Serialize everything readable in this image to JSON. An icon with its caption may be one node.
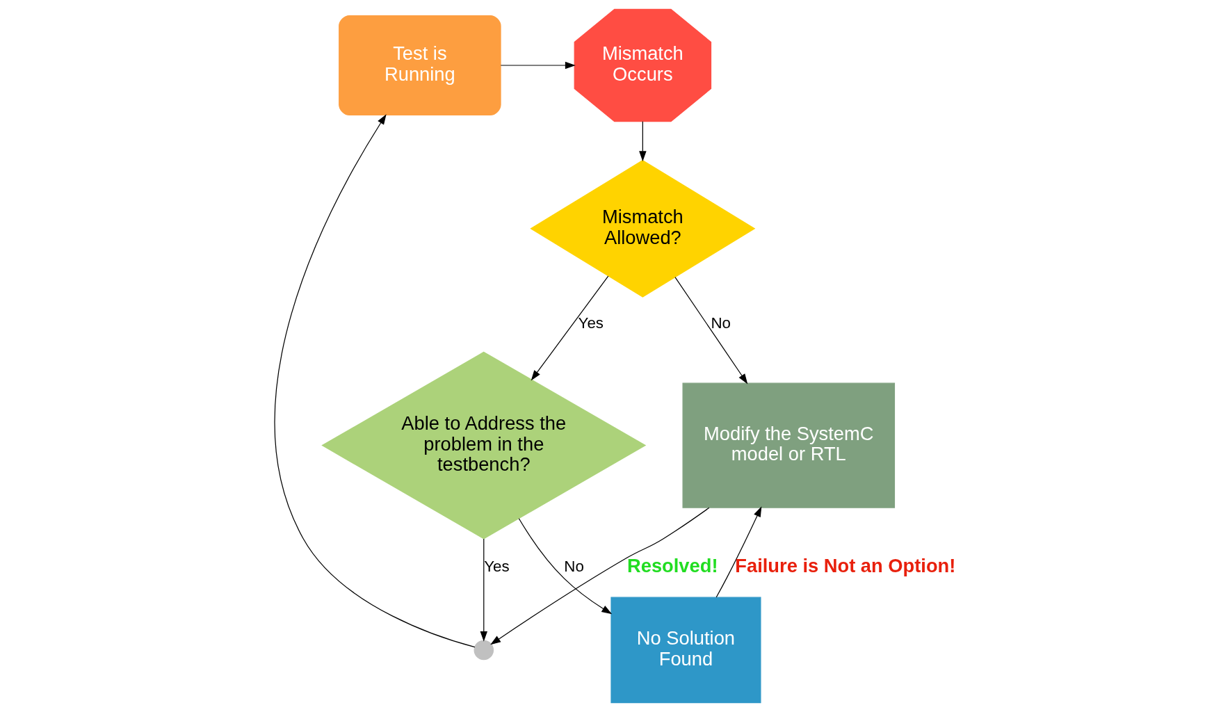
{
  "diagram": {
    "nodes": [
      {
        "text": [
          "Test is Running"
        ]
      },
      {
        "text": [
          "Mismatch Occurs"
        ]
      },
      {
        "text": [
          "Mismatch Allowed?"
        ]
      },
      {
        "text": [
          "Able to Address the problem in the testbench?"
        ]
      },
      {
        "text": [
          "Modify the SystemC model or RTL"
        ]
      },
      {
        "text": [
          "No Solution Found"
        ]
      },
      {
        "text": [],
        "shape": "circle"
      }
    ],
    "edges": [
      {
        "from": 0,
        "to": 1,
        "arrow": "to"
      },
      {
        "from": 1,
        "to": 2,
        "arrow": "to"
      },
      {
        "from": 2,
        "to": 3,
        "label": "Yes",
        "arrow": "to"
      },
      {
        "from": 2,
        "to": 4,
        "label": "No",
        "arrow": "to"
      },
      {
        "from": 3,
        "to": 6,
        "label": "Yes",
        "arrow": "to"
      },
      {
        "from": 6,
        "to": 0,
        "arrow": "to"
      },
      {
        "from": 3,
        "to": 5,
        "label": "No",
        "arrow": "to"
      },
      {
        "from": 5,
        "to": 4,
        "label": "Failure is Not an Option!",
        "arrow": "to"
      },
      {
        "from": 4,
        "to": 6,
        "label": "Resolved!",
        "arrow": "to"
      }
    ]
  }
}
